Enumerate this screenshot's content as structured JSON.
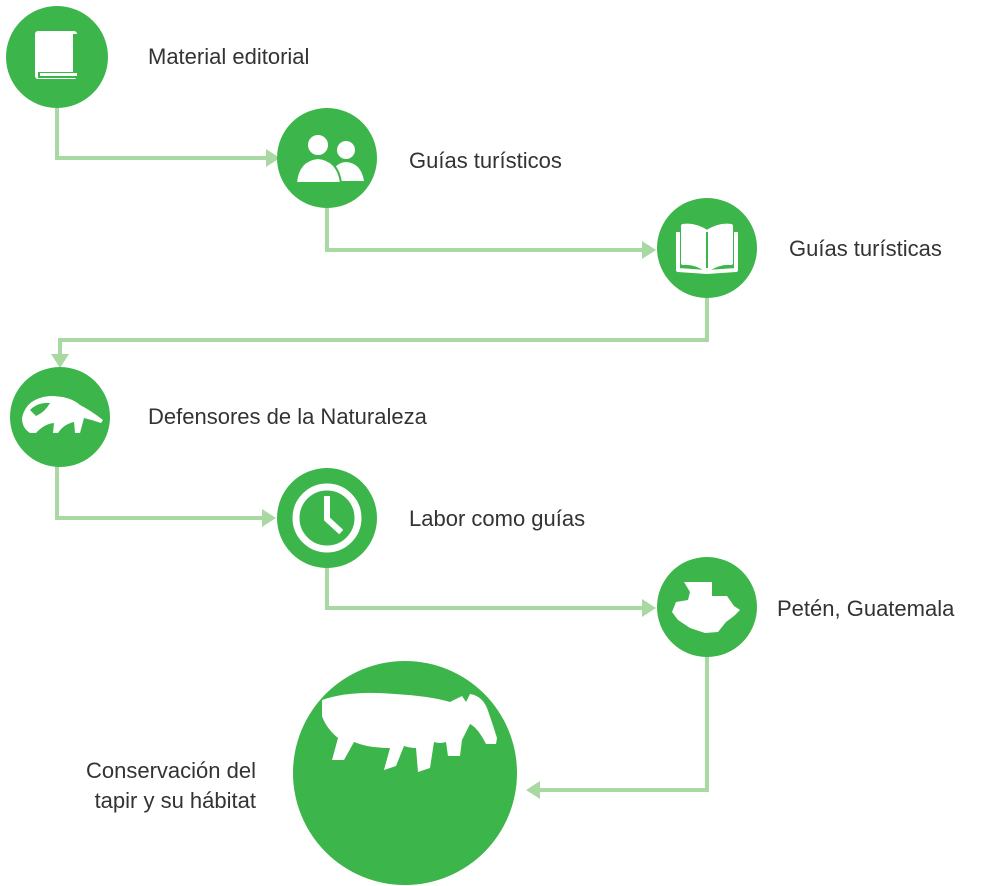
{
  "colors": {
    "node": "#3cb54a",
    "connector": "#a8d9a2",
    "icon": "#ffffff",
    "text": "#333333"
  },
  "steps": [
    {
      "label": "Material editorial",
      "icon": "book-icon"
    },
    {
      "label": "Guías turísticos",
      "icon": "people-icon"
    },
    {
      "label": "Guías turísticas",
      "icon": "open-book-icon"
    },
    {
      "label": "Defensores de la Naturaleza",
      "icon": "anteater-icon"
    },
    {
      "label": "Labor como guías",
      "icon": "clock-icon"
    },
    {
      "label": "Petén, Guatemala",
      "icon": "guatemala-map-icon"
    }
  ],
  "final": {
    "line1": "Conservación del",
    "line2": "tapir y su hábitat",
    "icon": "tapir-icon"
  }
}
